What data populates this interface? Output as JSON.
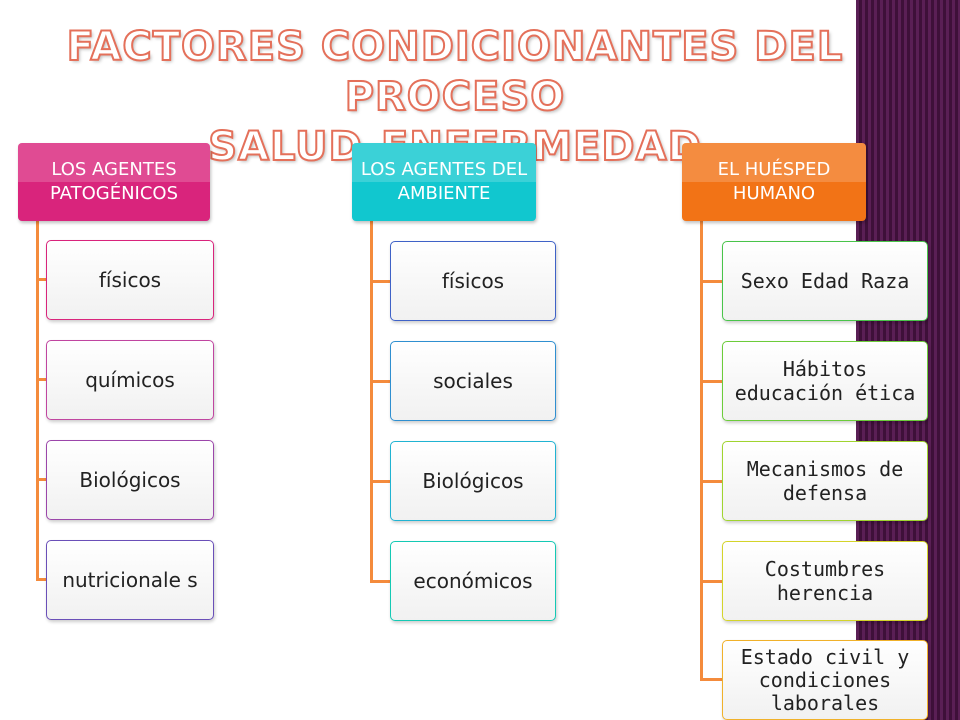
{
  "title": {
    "line1": "FACTORES CONDICIONANTES DEL PROCESO",
    "line2": "SALUD-ENFERMEDAD"
  },
  "columns": [
    {
      "header": "LOS AGENTES PATOGÉNICOS",
      "color": "#d9247c",
      "items": [
        "físicos",
        "químicos",
        "Biológicos",
        "nutricionale s"
      ]
    },
    {
      "header": "LOS AGENTES DEL AMBIENTE",
      "color": "#11c7cf",
      "items": [
        "físicos",
        "sociales",
        "Biológicos",
        "económicos"
      ]
    },
    {
      "header": "EL HUÉSPED HUMANO",
      "color": "#f27316",
      "items": [
        "Sexo  Edad Raza",
        "Hábitos educación ética",
        "Mecanismos de defensa",
        "Costumbres herencia",
        "Estado civil y condiciones laborales"
      ]
    }
  ],
  "colors": {
    "connector": "#f48b3c",
    "title_outline": "#e4705a",
    "side_band": "#5a1f55"
  }
}
